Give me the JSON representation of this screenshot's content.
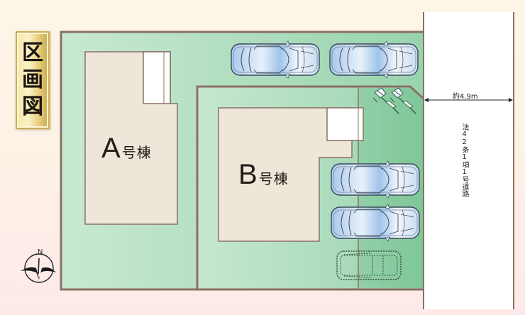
{
  "title": {
    "chars": [
      "区",
      "画",
      "図"
    ],
    "text": "区画図"
  },
  "lots": {
    "A": {
      "label_letter": "A",
      "label_suffix": "号棟"
    },
    "B": {
      "label_letter": "B",
      "label_suffix": "号棟"
    }
  },
  "road": {
    "width_label": "約4.9m",
    "name": "法42条1項1号道路"
  },
  "compass": {
    "label": "N"
  },
  "parking": {
    "cars": [
      {
        "id": "car-1",
        "lot": "A",
        "style": "solid"
      },
      {
        "id": "car-2",
        "lot": "A",
        "style": "solid"
      },
      {
        "id": "car-3",
        "lot": "B",
        "style": "solid"
      },
      {
        "id": "car-4",
        "lot": "B",
        "style": "solid"
      },
      {
        "id": "car-5",
        "lot": "B",
        "style": "dashed"
      }
    ],
    "bicycles": 2
  },
  "colors": {
    "lot_green": "#8fcfa6",
    "lot_green_light": "#c4e6cf",
    "house_fill": "#efe6da",
    "border_brown": "#8a7064",
    "road_fill": "#ffffff",
    "title_gold": "#e7cf7c"
  }
}
